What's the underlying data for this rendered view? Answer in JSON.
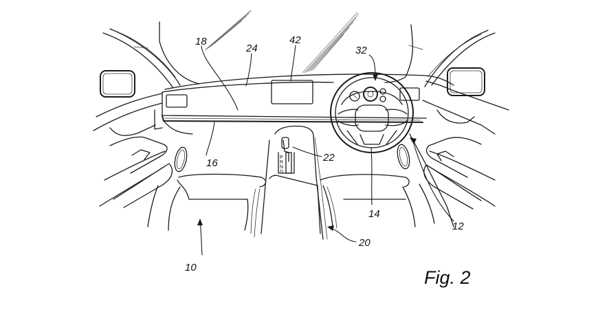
{
  "figure": {
    "label": "Fig. 2",
    "subject": "vehicle interior patent drawing",
    "line_color": "#1a1a1a",
    "background": "#ffffff"
  },
  "reference_numerals": {
    "vehicle": "10",
    "steering_wheel_assembly": "12",
    "steering_column": "14",
    "dashboard_rail": "16",
    "dashboard_lower": "18",
    "center_console": "20",
    "gear_selector": "22",
    "dashboard_upper": "24",
    "instrument_cluster": "32",
    "center_display": "42"
  },
  "gear_selector_letters": [
    "P",
    "R",
    "N",
    "D"
  ]
}
